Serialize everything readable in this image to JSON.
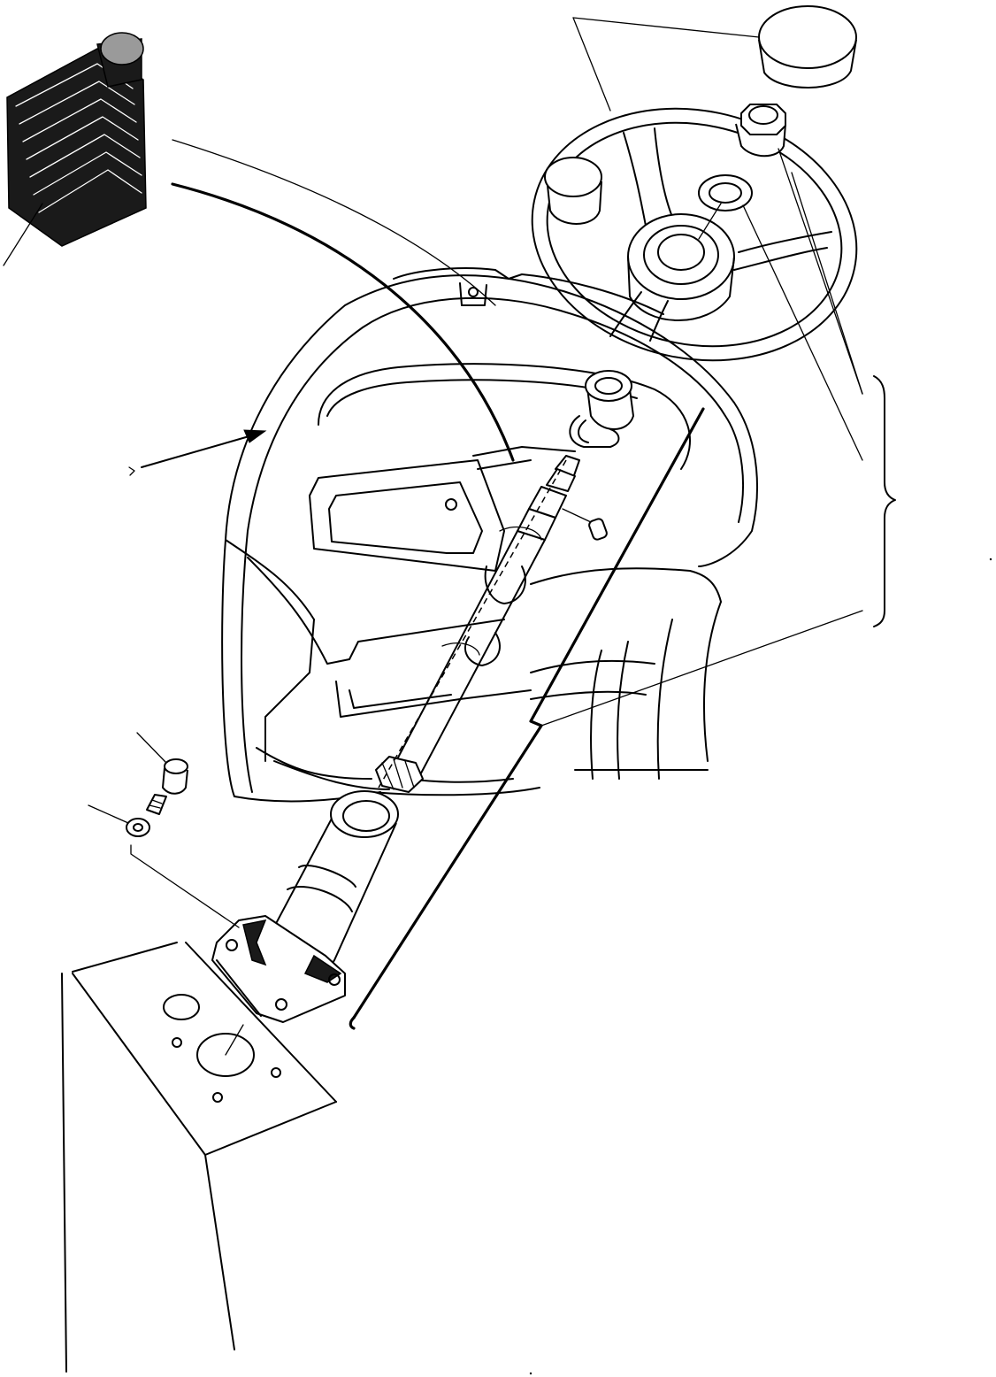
{
  "diagram": {
    "kind": "exploded-parts-drawing",
    "parts": [
      "gear-lever-boot",
      "steering-wheel",
      "horn-cap",
      "wheel-nut",
      "washer",
      "steering-column-bearing",
      "circlip",
      "steering-shaft",
      "roll-pin",
      "dashboard-console",
      "steering-column-tube",
      "mounting-flange",
      "cap-screw",
      "lock-washer",
      "steering-unit-housing"
    ],
    "group_bracket": "right-brace",
    "leader_line_count": 14
  }
}
